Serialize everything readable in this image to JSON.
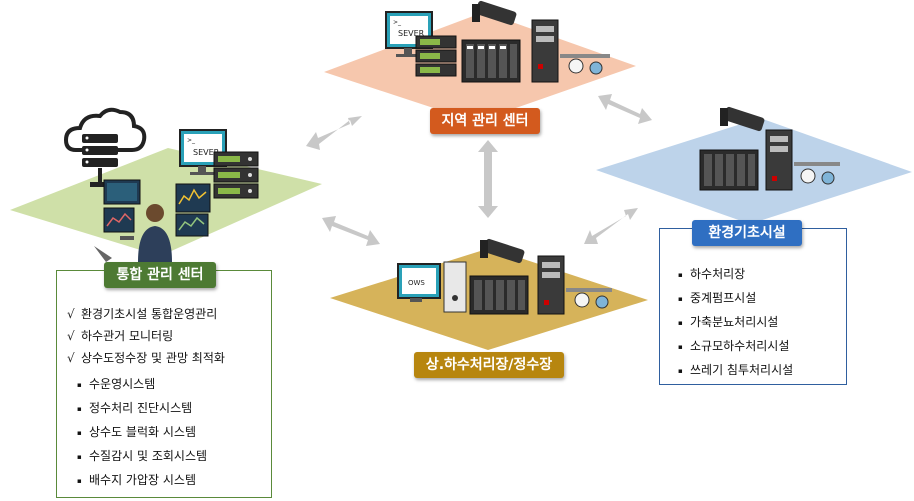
{
  "colors": {
    "integrated_plane": "#cfe0a8",
    "regional_plane": "#f6c7ad",
    "plant_plane": "#d6b35a",
    "env_plane": "#bdd3ea",
    "integrated_label": "#4d7a33",
    "regional_label": "#d35a1e",
    "plant_label": "#b7860f",
    "env_label": "#2f6fc2",
    "integrated_border": "#5a8a3a",
    "env_border": "#2f5f9f",
    "arrow": "#c8c8c8"
  },
  "integrated_center": {
    "label": "통합 관리 센터",
    "server_text": "SEVER",
    "checked_items": [
      "환경기초시설 통합운영관리",
      "하수관거 모니터링",
      "상수도정수장 및 관망 최적화"
    ],
    "check_mark": "√",
    "sub_bullet": "▪",
    "sub_items": [
      "수운영시스템",
      "정수처리 진단시스템",
      "상수도 블럭화 시스템",
      "수질감시 및 조회시스템",
      "배수지 가압장 시스템"
    ]
  },
  "regional_center": {
    "label": "지역 관리 센터",
    "server_text": "SEVER"
  },
  "treatment_plant": {
    "label": "상.하수처리장/정수장",
    "ows_text": "OWS"
  },
  "environment_facilities": {
    "label": "환경기초시설",
    "bullet": "▪",
    "items": [
      "하수처리장",
      "중계펌프시설",
      "가축분뇨처리시설",
      "소규모하수처리시설",
      "쓰레기 침투처리시설"
    ]
  }
}
